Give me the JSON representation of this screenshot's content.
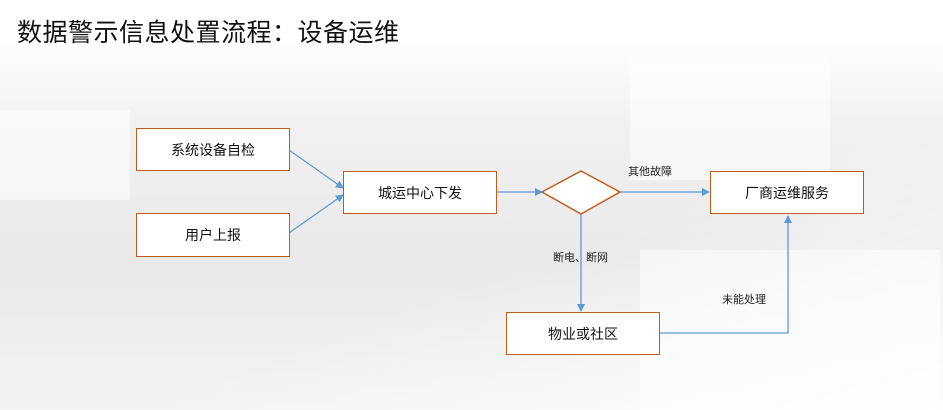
{
  "page": {
    "title": "数据警示信息处置流程：设备运维"
  },
  "flowchart": {
    "nodes": {
      "self_check": "系统设备自检",
      "user_report": "用户上报",
      "dispatch_center": "城运中心下发",
      "decision": "",
      "vendor_service": "厂商运维服务",
      "property_community": "物业或社区"
    },
    "edge_labels": {
      "other_fault": "其他故障",
      "power_network_outage": "断电、断网",
      "not_handled": "未能处理"
    }
  },
  "colors": {
    "node_border": "#c05d1d",
    "arrow": "#5b9bd5",
    "title_text": "#111111"
  }
}
